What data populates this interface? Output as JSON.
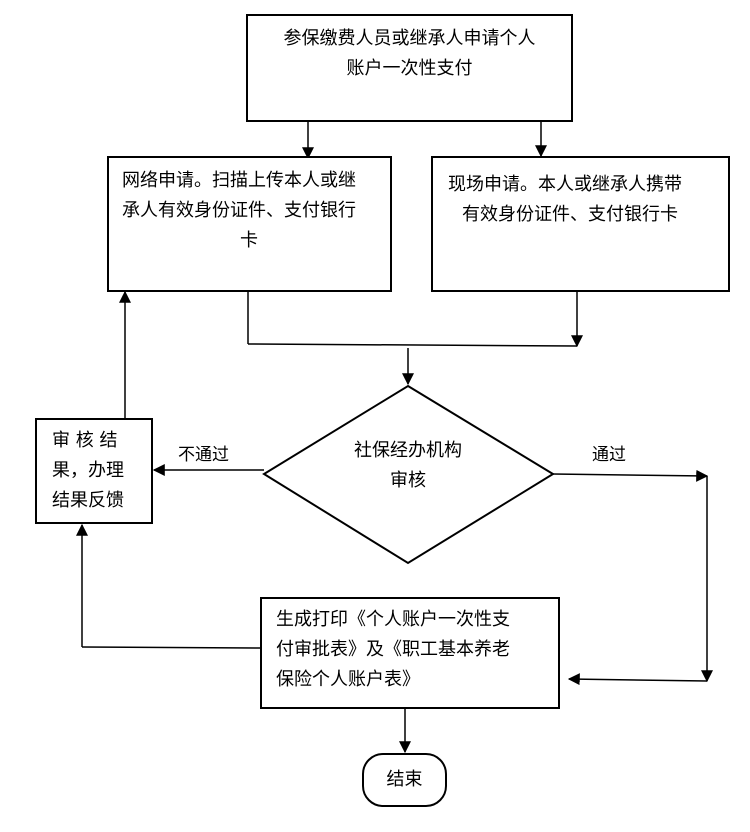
{
  "nodes": {
    "apply": {
      "line1": "参保缴费人员或继承人申请个人",
      "line2": "账户一次性支付"
    },
    "online": {
      "line1": "网络申请。扫描上传本人或继",
      "line2": "承人有效身份证件、支付银行",
      "line3": "卡"
    },
    "onsite": {
      "line1": "现场申请。本人或继承人携带",
      "line2": "有效身份证件、支付银行卡"
    },
    "review": {
      "line1": "社保经办机构",
      "line2": "审核"
    },
    "feedback": {
      "line1": "审 核 结",
      "line2": "果，办理",
      "line3": "结果反馈"
    },
    "print": {
      "line1": "生成打印《个人账户一次性支",
      "line2": "付审批表》及《职工基本养老",
      "line3": "保险个人账户表》"
    },
    "end": {
      "label": "结束"
    }
  },
  "edges": {
    "reject_label": "不通过",
    "pass_label": "通过"
  }
}
